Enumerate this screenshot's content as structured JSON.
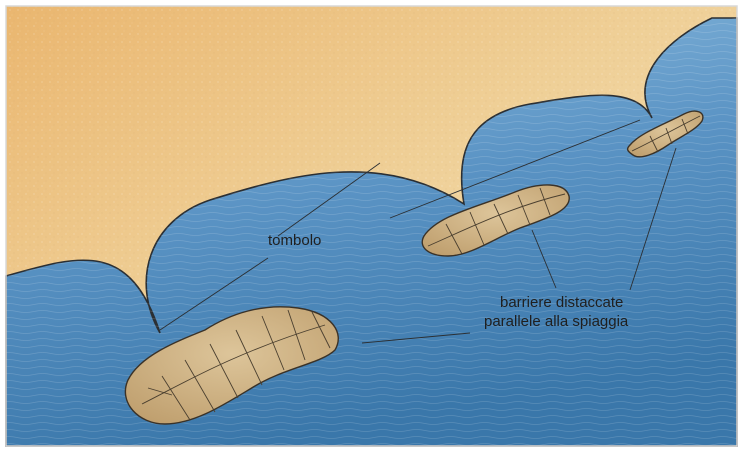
{
  "labels": {
    "tombolo": "tombolo",
    "barriers_line1": "barriere distaccate",
    "barriers_line2": "parallele alla spiaggia"
  },
  "colors": {
    "sand_light": "#f0dca8",
    "sand_dark": "#e9b877",
    "sea_light": "#7fb3d8",
    "sea_dark": "#3f7fb0",
    "island_fill": "#cbb287",
    "outline": "#2b2f33",
    "frame_border": "#d8d8d8"
  }
}
